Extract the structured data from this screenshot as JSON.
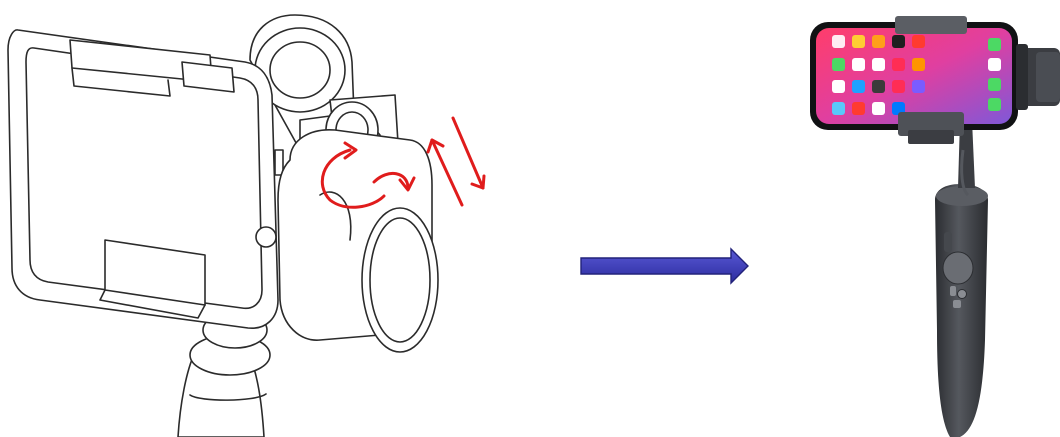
{
  "figure": {
    "left_panel": {
      "subject": "line-drawing-gimbal-with-phone",
      "motion_arrows": "red-rotation-and-tilt-arrows"
    },
    "connector": {
      "icon": "right-arrow-icon",
      "fill": "#3a3ab5",
      "stroke": "#22227a"
    },
    "right_panel": {
      "subject": "photo-gimbal-with-smartphone"
    }
  },
  "colors": {
    "line_art": "#2b2b2b",
    "motion_arrow": "#e01c1c",
    "gimbal_body": "#3b3d42",
    "phone_screen_gradient": [
      "#ff3d6b",
      "#e03fa0",
      "#7f58d8"
    ]
  }
}
